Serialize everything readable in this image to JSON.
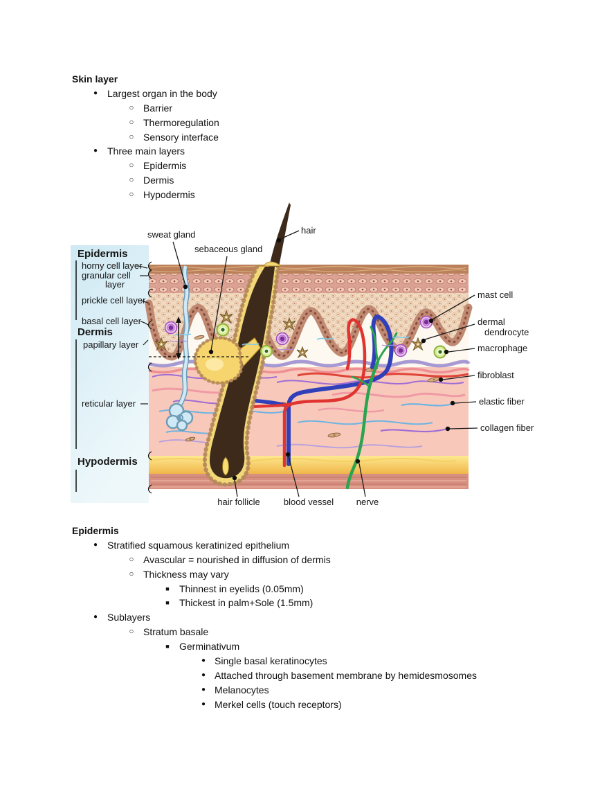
{
  "document": {
    "top_section": {
      "heading": "Skin layer",
      "items": [
        {
          "level": 1,
          "text": "Largest organ in the body"
        },
        {
          "level": 2,
          "text": "Barrier"
        },
        {
          "level": 2,
          "text": "Thermoregulation"
        },
        {
          "level": 2,
          "text": "Sensory interface"
        },
        {
          "level": 1,
          "text": "Three main layers"
        },
        {
          "level": 2,
          "text": "Epidermis"
        },
        {
          "level": 2,
          "text": "Dermis"
        },
        {
          "level": 2,
          "text": "Hypodermis"
        }
      ]
    },
    "bottom_section": {
      "heading": "Epidermis",
      "items": [
        {
          "level": 1,
          "text": "Stratified squamous keratinized epithelium"
        },
        {
          "level": 2,
          "text": "Avascular = nourished in diffusion of dermis"
        },
        {
          "level": 2,
          "text": "Thickness may vary"
        },
        {
          "level": 3,
          "text": "Thinnest in eyelids (0.05mm)"
        },
        {
          "level": 3,
          "text": "Thickest in palm+Sole (1.5mm)"
        },
        {
          "level": 1,
          "text": "Sublayers"
        },
        {
          "level": 2,
          "text": "Stratum basale"
        },
        {
          "level": 3,
          "text": "Germinativum"
        },
        {
          "level": 4,
          "text": "Single basal keratinocytes"
        },
        {
          "level": 4,
          "text": "Attached through basement membrane by hemidesmosomes"
        },
        {
          "level": 4,
          "text": "Melanocytes"
        },
        {
          "level": 4,
          "text": "Merkel cells (touch receptors)"
        }
      ]
    }
  },
  "diagram": {
    "top_labels": {
      "sweat_gland": "sweat gland",
      "sebaceous_gland": "sebaceous gland",
      "hair": "hair"
    },
    "left_labels": {
      "epidermis": "Epidermis",
      "horny": "horny cell layer",
      "granular_line1": "granular cell",
      "granular_line2": "layer",
      "prickle": "prickle cell layer",
      "basal": "basal cell layer",
      "dermis": "Dermis",
      "papillary": "papillary layer",
      "reticular": "reticular layer",
      "hypodermis": "Hypodermis"
    },
    "right_labels": {
      "mast": "mast cell",
      "dermal_line1": "dermal",
      "dermal_line2": "dendrocyte",
      "macrophage": "macrophage",
      "fibroblast": "fibroblast",
      "elastic": "elastic fiber",
      "collagen": "collagen fiber"
    },
    "bottom_labels": {
      "hair_follicle": "hair follicle",
      "blood_vessel": "blood vessel",
      "nerve": "nerve"
    },
    "colors": {
      "horny_band": "#b98059",
      "granular_band": "#dba294",
      "prickle_band": "#f1dac2",
      "basal_band": "#c08a72",
      "papillary": "#fdf8f0",
      "reticular": "#f8c9bb",
      "bottom_band": "#d78f80",
      "hair": "#3d2a1a",
      "follicle_sheath": "#f2d879",
      "sebaceous": "#f7d56e",
      "sweat_duct": "#cfeaf6",
      "artery_red": "#e03430",
      "vein_blue": "#3040b8",
      "nerve_green": "#2aa44e",
      "mast_purple": "#8e35a8",
      "macrophage_green": "#8fb23c",
      "collagen_purple": "#a06cd5",
      "elastic_blue": "#6fb4e2",
      "hypodermis_yellow": "#f5c055"
    }
  }
}
